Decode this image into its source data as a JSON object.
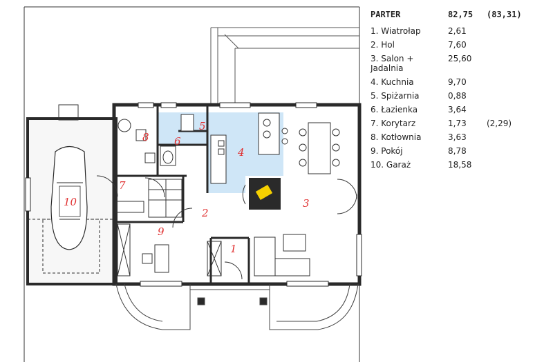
{
  "floor": {
    "title": "PARTER",
    "total_area": "82,75",
    "total_alt": "(83,31)"
  },
  "rooms": [
    {
      "num": "1",
      "name": "1. Wiatrołap",
      "area": "2,61",
      "alt": ""
    },
    {
      "num": "2",
      "name": "2. Hol",
      "area": "7,60",
      "alt": ""
    },
    {
      "num": "3",
      "name": "3. Salon + Jadalnia",
      "area": "25,60",
      "alt": ""
    },
    {
      "num": "4",
      "name": "4. Kuchnia",
      "area": "9,70",
      "alt": ""
    },
    {
      "num": "5",
      "name": "5. Spiżarnia",
      "area": "0,88",
      "alt": ""
    },
    {
      "num": "6",
      "name": "6. Łazienka",
      "area": "3,64",
      "alt": ""
    },
    {
      "num": "7",
      "name": "7. Korytarz",
      "area": "1,73",
      "alt": "(2,29)"
    },
    {
      "num": "8",
      "name": "8. Kotłownia",
      "area": "3,63",
      "alt": ""
    },
    {
      "num": "9",
      "name": "9. Pokój",
      "area": "8,78",
      "alt": ""
    },
    {
      "num": "10",
      "name": "10. Garaż",
      "area": "18,58",
      "alt": ""
    }
  ],
  "colors": {
    "wall": "#2a2a2a",
    "tile": "#cfe6f7",
    "label": "#e03030",
    "fireplace": "#f5d000"
  }
}
